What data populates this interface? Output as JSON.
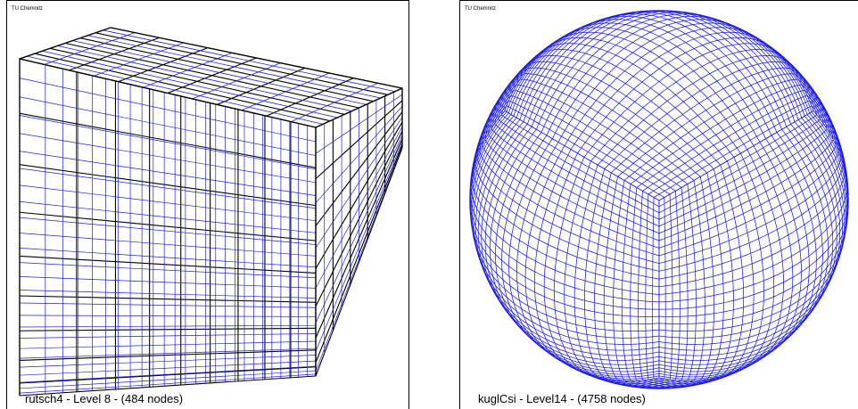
{
  "panels": [
    {
      "org_label": "TU Chemnitz",
      "caption": "rutsch4 - Level 8 - (484 nodes)",
      "mesh_colors": {
        "coarse": "#000000",
        "refined": "#2020dd"
      }
    },
    {
      "org_label": "TU Chemnitz",
      "caption": "kuglCsi - Level14 - (4758 nodes)",
      "mesh_colors": {
        "refined": "#1a1ae6"
      }
    }
  ]
}
